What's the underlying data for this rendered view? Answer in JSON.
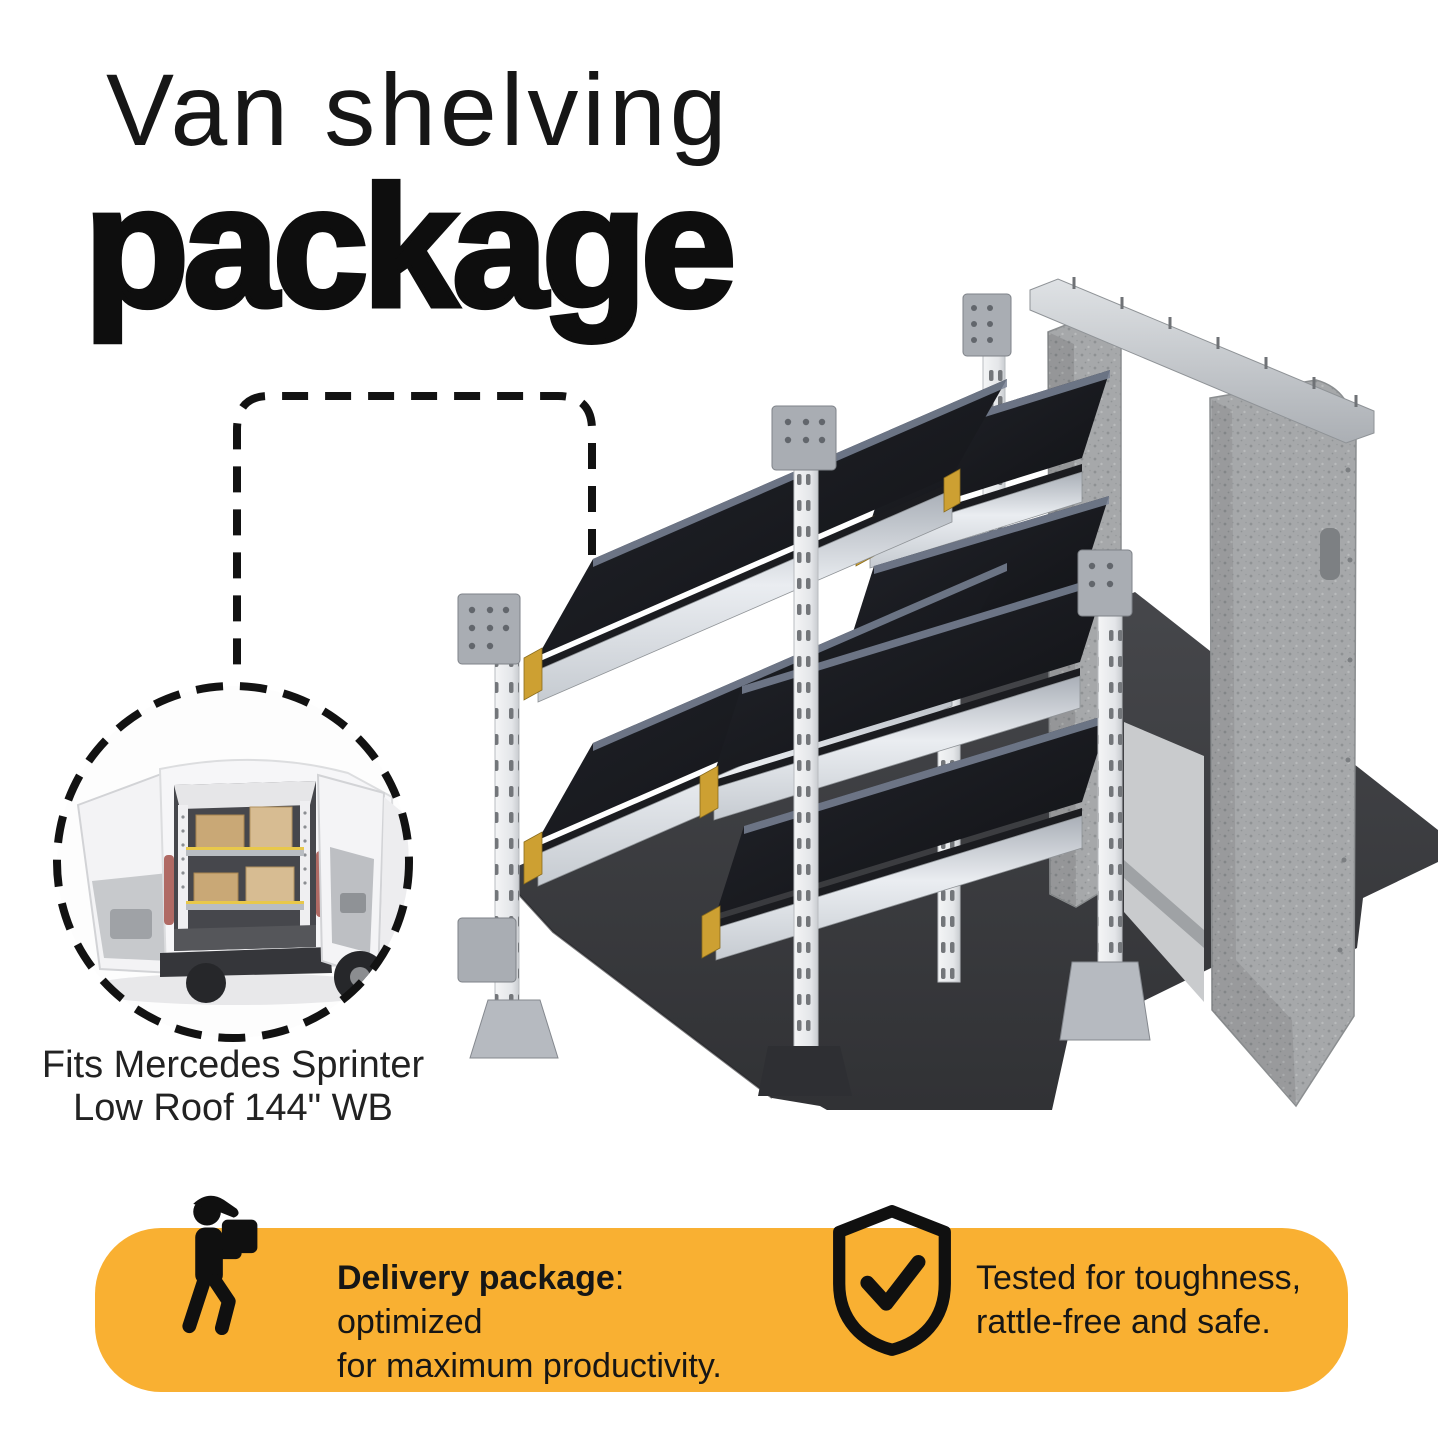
{
  "title": {
    "line1": "Van shelving",
    "line2": "package"
  },
  "callout": {
    "photo": "mercedes-sprinter-rear-open-doors-with-shelving-and-boxes",
    "caption_line1": "Fits Mercedes Sprinter",
    "caption_line2": "Low Roof 144\" WB"
  },
  "banner": {
    "background_color": "#F9B032",
    "text_color": "#161616",
    "features": [
      {
        "icon": "delivery-person-icon",
        "bold": "Delivery package",
        "rest": ": optimized",
        "line2": "for maximum productivity."
      },
      {
        "icon": "shield-check-icon",
        "line1": "Tested for toughness,",
        "line2": "rattle-free and safe."
      }
    ]
  },
  "render": {
    "subject": "van-shelving-package-3d-render",
    "shelf_count": 6,
    "upright_count": 5,
    "floor_mat_color": "#3A3B3E",
    "shelf_surface_color": "#16171B",
    "rail_color": "#DDE1E6",
    "upright_color": "#EFF0F2",
    "bracket_color": "#A9ADB3",
    "end_cap_color": "#CDA032",
    "bulkhead_panel_color": "#A6A8AA"
  },
  "connector": {
    "style": "dashed-black-callout-line"
  }
}
